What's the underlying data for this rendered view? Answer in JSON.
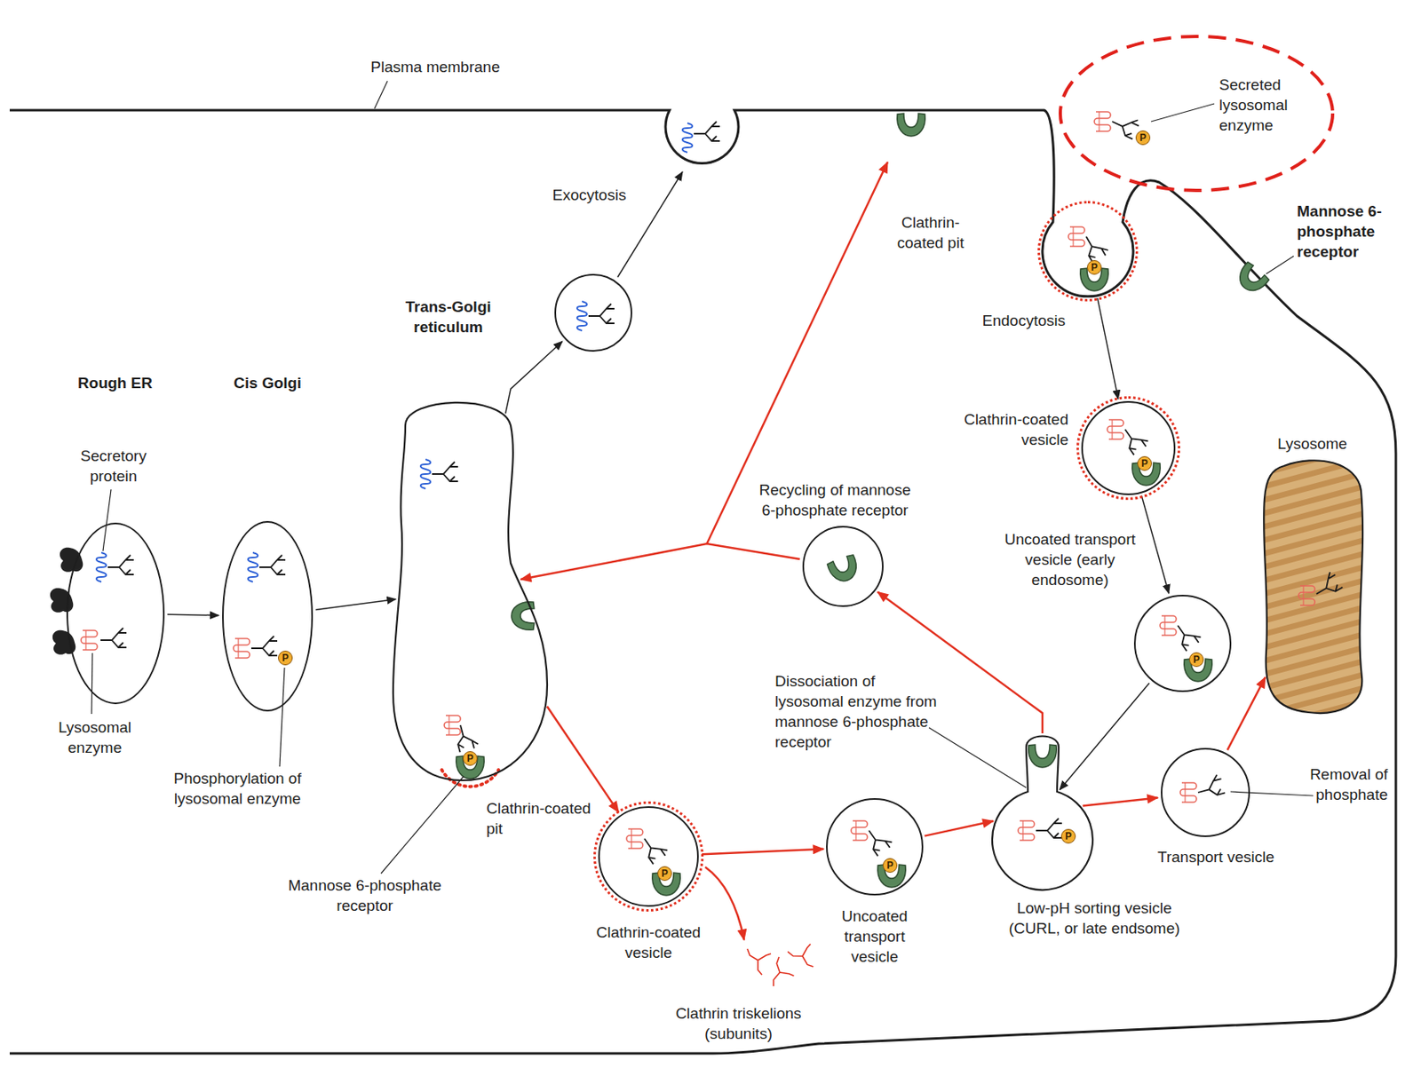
{
  "diagram": {
    "nodes": [
      {
        "text": [
          "Rough ER"
        ]
      },
      {
        "text": [
          "Cis Golgi"
        ]
      },
      {
        "text": [
          "Trans-Golgi reticulum"
        ]
      },
      {
        "text": [
          "Exocytosis"
        ]
      },
      {
        "text": [
          "Clathrin-coated vesicle"
        ]
      },
      {
        "text": [
          "Uncoated transport vesicle"
        ]
      },
      {
        "text": [
          "Low-pH sorting vesicle (CURL, or late endsome)"
        ]
      },
      {
        "text": [
          "Recycling of mannose 6-phosphate receptor"
        ]
      },
      {
        "text": [
          "Transport vesicle"
        ]
      },
      {
        "text": [
          "Lysosome"
        ]
      },
      {
        "text": [
          "Clathrin-coated pit",
          "Endocytosis"
        ]
      },
      {
        "text": [
          "Clathrin-coated vesicle"
        ]
      },
      {
        "text": [
          "Uncoated transport vesicle (early endosome)"
        ]
      }
    ],
    "edges": [
      {
        "from": 0,
        "to": 1,
        "arrow": "to"
      },
      {
        "from": 1,
        "to": 2,
        "arrow": "to"
      },
      {
        "from": 2,
        "to": 3,
        "arrow": "to"
      },
      {
        "from": 2,
        "to": 4,
        "arrow": "to"
      },
      {
        "from": 4,
        "to": 5,
        "arrow": "to"
      },
      {
        "from": 5,
        "to": 6,
        "arrow": "to"
      },
      {
        "from": 6,
        "to": 7,
        "arrow": "to"
      },
      {
        "from": 7,
        "to": 2,
        "arrow": "to"
      },
      {
        "from": 6,
        "to": 8,
        "arrow": "to"
      },
      {
        "from": 8,
        "to": 9,
        "arrow": "to"
      },
      {
        "from": 10,
        "to": 11,
        "arrow": "to"
      },
      {
        "from": 11,
        "to": 12,
        "arrow": "to"
      },
      {
        "from": 12,
        "to": 6,
        "arrow": "to"
      }
    ],
    "labels": [
      "Plasma membrane",
      "Secretory protein",
      "Lysosomal enzyme",
      "Phosphorylation of lysosomal enzyme",
      "Clathrin-coated pit",
      "Mannose 6-phosphate receptor",
      "Clathrin triskelions (subunits)",
      "Dissociation of lysosomal enzyme from mannose 6-phosphate receptor",
      "Removal of phosphate",
      "Secreted lysosomal enzyme",
      "Mannose 6-phosphate receptor",
      "P",
      "P",
      "P",
      "P",
      "P",
      "P",
      "P",
      "P",
      "P"
    ]
  }
}
